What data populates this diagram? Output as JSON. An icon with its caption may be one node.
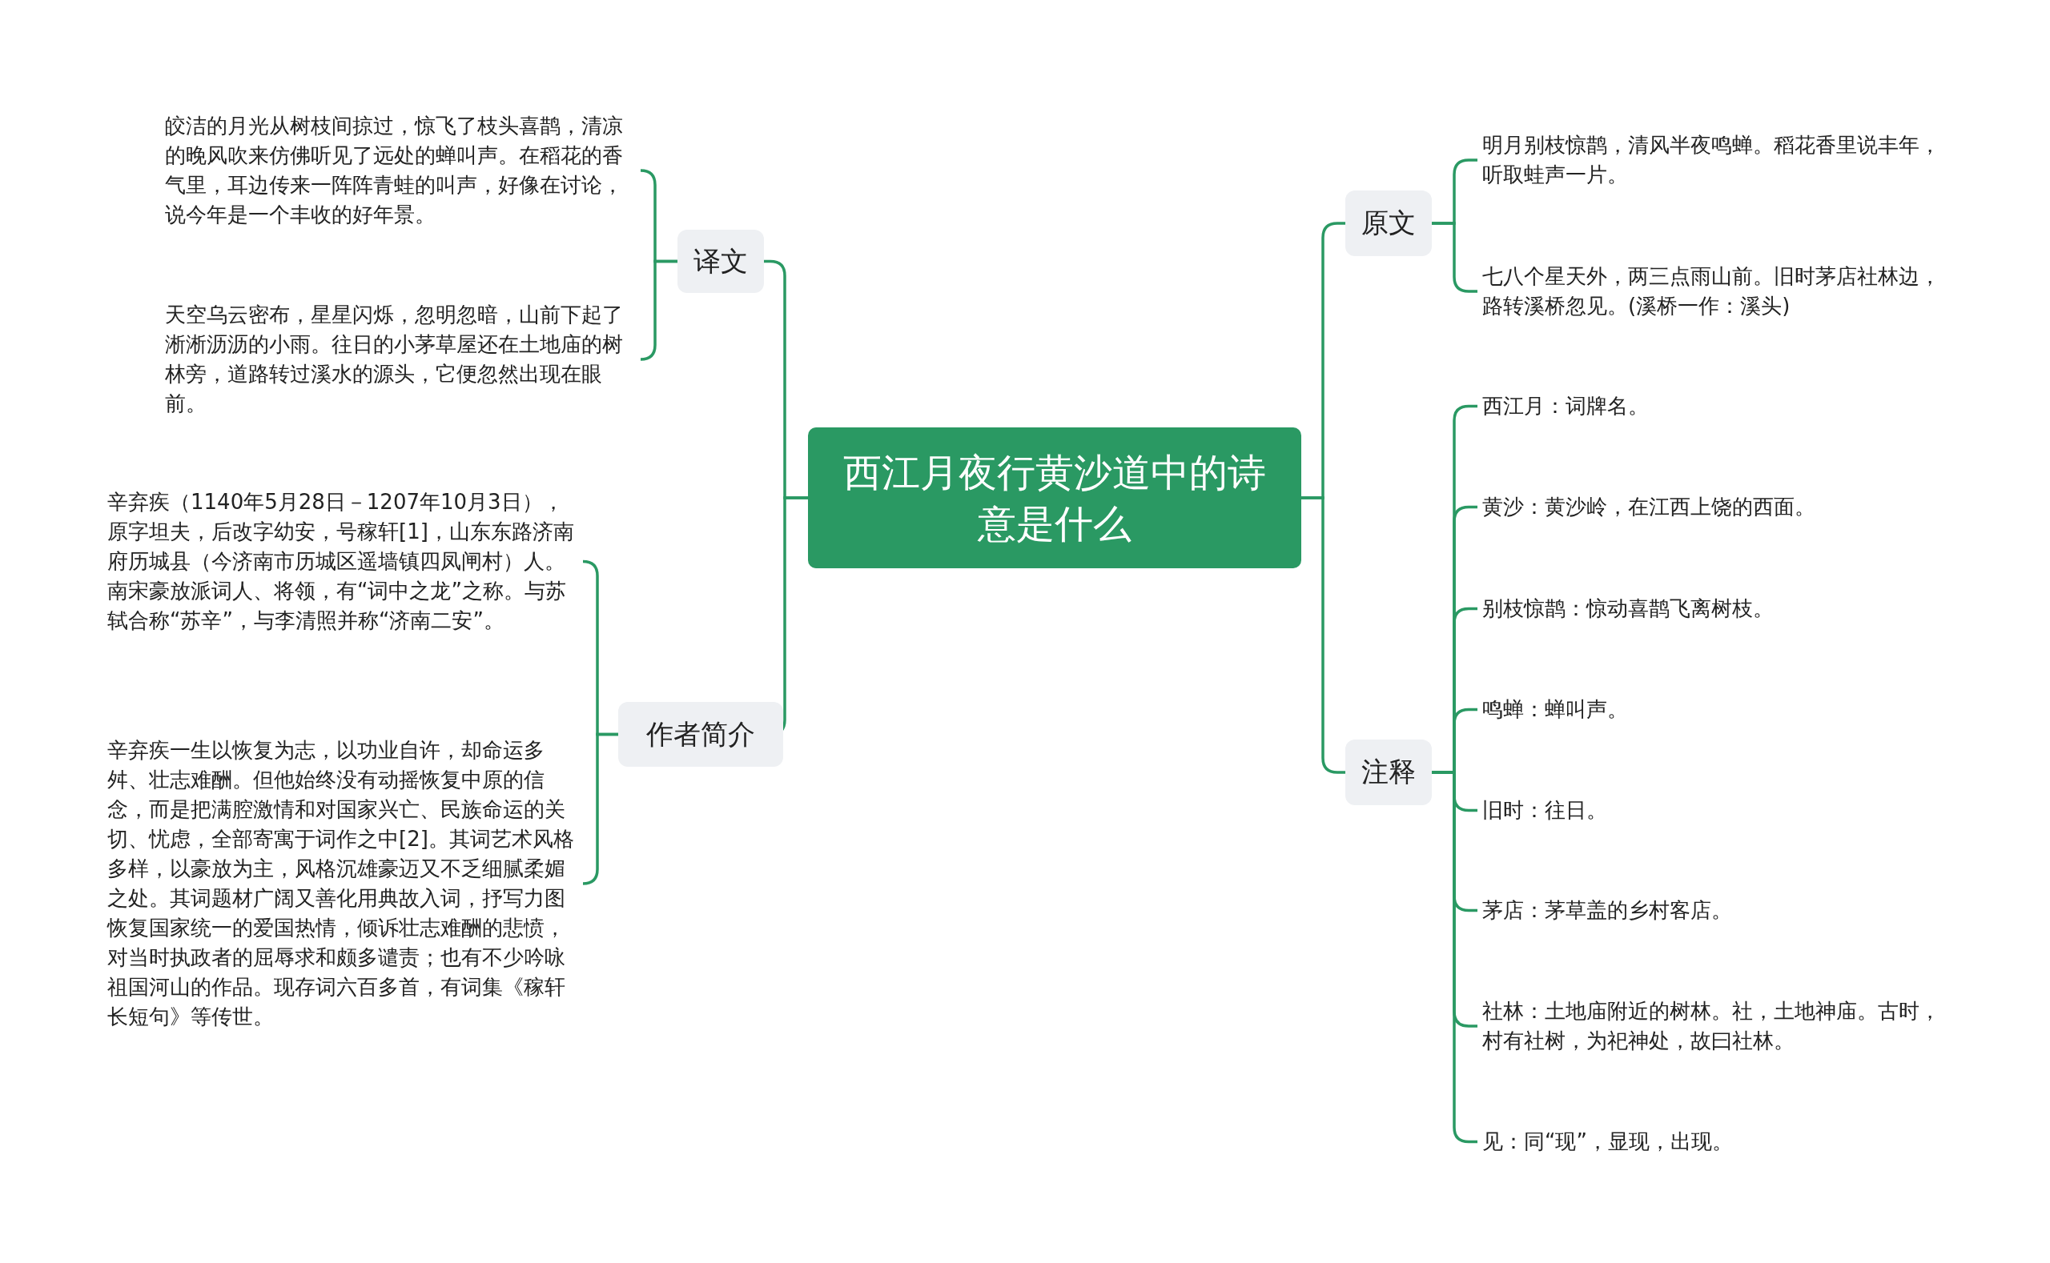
{
  "diagram": {
    "nodes": [
      {
        "text": [
          "西江月夜行黄沙道中的诗意是什么"
        ]
      },
      {
        "text": [
          "译文"
        ]
      },
      {
        "text": [
          "皎洁的月光从树枝间掠过，惊飞了枝头喜鹊，清凉的晚风吹来仿佛听见了远处的蝉叫声。在稻花的香气里，耳边传来一阵阵青蛙的叫声，好像在讨论，说今年是一个丰收的好年景。"
        ]
      },
      {
        "text": [
          "天空乌云密布，星星闪烁，忽明忽暗，山前下起了淅淅沥沥的小雨。往日的小茅草屋还在土地庙的树林旁，道路转过溪水的源头，它便忽然出现在眼前。"
        ]
      },
      {
        "text": [
          "作者简介"
        ]
      },
      {
        "text": [
          "辛弃疾（1140年5月28日－1207年10月3日），原字坦夫，后改字幼安，号稼轩[1]，山东东路济南府历城县（今济南市历城区遥墙镇四凤闸村）人。南宋豪放派词人、将领，有“词中之龙”之称。与苏轼合称“苏辛”，与李清照并称“济南二安”。"
        ]
      },
      {
        "text": [
          "辛弃疾一生以恢复为志，以功业自许，却命运多舛、壮志难酬。但他始终没有动摇恢复中原的信念，而是把满腔激情和对国家兴亡、民族命运的关切、忧虑，全部寄寓于词作之中[2]。其词艺术风格多样，以豪放为主，风格沉雄豪迈又不乏细腻柔媚之处。其词题材广阔又善化用典故入词，抒写力图恢复国家统一的爱国热情，倾诉壮志难酬的悲愤，对当时执政者的屈辱求和颇多谴责；也有不少吟咏祖国河山的作品。现存词六百多首，有词集《稼轩长短句》等传世。"
        ]
      },
      {
        "text": [
          "原文"
        ]
      },
      {
        "text": [
          "明月别枝惊鹊，清风半夜鸣蝉。稻花香里说丰年，听取蛙声一片。"
        ]
      },
      {
        "text": [
          "七八个星天外，两三点雨山前。旧时茅店社林边，路转溪桥忽见。(溪桥一作：溪头)"
        ]
      },
      {
        "text": [
          "注释"
        ]
      },
      {
        "text": [
          "西江月：词牌名。"
        ]
      },
      {
        "text": [
          "黄沙：黄沙岭，在江西上饶的西面。"
        ]
      },
      {
        "text": [
          "别枝惊鹊：惊动喜鹊飞离树枝。"
        ]
      },
      {
        "text": [
          "鸣蝉：蝉叫声。"
        ]
      },
      {
        "text": [
          "旧时：往日。"
        ]
      },
      {
        "text": [
          "茅店：茅草盖的乡村客店。"
        ]
      },
      {
        "text": [
          "社林：土地庙附近的树林。社，土地神庙。古时，村有社树，为祀神处，故曰社林。"
        ]
      },
      {
        "text": [
          "见：同“现”，显现，出现。"
        ]
      }
    ],
    "edges": [
      {
        "from": 0,
        "to": 1,
        "arrow": "none"
      },
      {
        "from": 1,
        "to": 2,
        "arrow": "none"
      },
      {
        "from": 1,
        "to": 3,
        "arrow": "none"
      },
      {
        "from": 0,
        "to": 4,
        "arrow": "none"
      },
      {
        "from": 4,
        "to": 5,
        "arrow": "none"
      },
      {
        "from": 4,
        "to": 6,
        "arrow": "none"
      },
      {
        "from": 0,
        "to": 7,
        "arrow": "none"
      },
      {
        "from": 7,
        "to": 8,
        "arrow": "none"
      },
      {
        "from": 7,
        "to": 9,
        "arrow": "none"
      },
      {
        "from": 0,
        "to": 10,
        "arrow": "none"
      },
      {
        "from": 10,
        "to": 11,
        "arrow": "none"
      },
      {
        "from": 10,
        "to": 12,
        "arrow": "none"
      },
      {
        "from": 10,
        "to": 13,
        "arrow": "none"
      },
      {
        "from": 10,
        "to": 14,
        "arrow": "none"
      },
      {
        "from": 10,
        "to": 15,
        "arrow": "none"
      },
      {
        "from": 10,
        "to": 16,
        "arrow": "none"
      },
      {
        "from": 10,
        "to": 17,
        "arrow": "none"
      },
      {
        "from": 10,
        "to": 18,
        "arrow": "none"
      }
    ]
  }
}
